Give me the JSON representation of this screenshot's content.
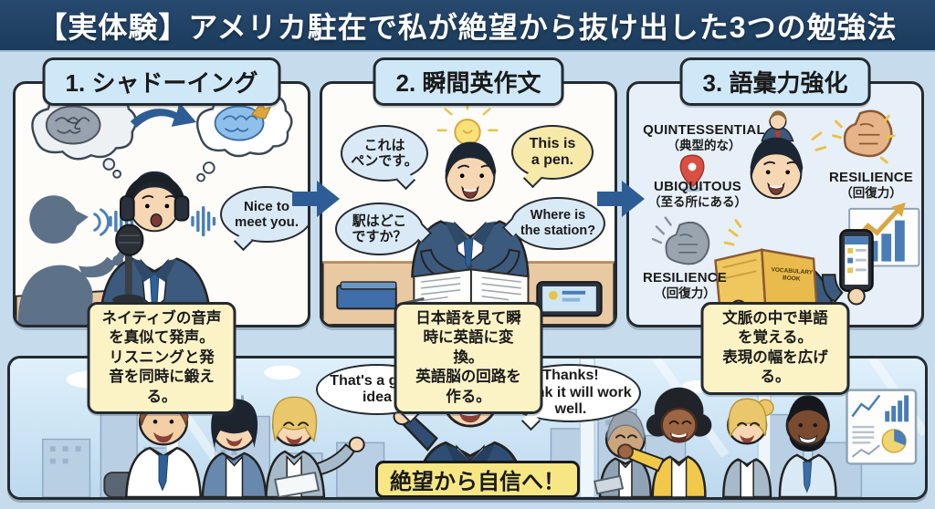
{
  "title_bar": {
    "title": "【実体験】アメリカ駐在で私が絶望から抜け出した3つの勉強法"
  },
  "panels": [
    {
      "header": "1. シャドーイング",
      "speech_bubble": "Nice to\nmeet you.",
      "caption": "ネイティブの音声を真似て発声。\nリスニングと発音を同時に鍛える。"
    },
    {
      "header": "2. 瞬間英作文",
      "bubble_jp_1": "これは\nペンです。",
      "bubble_en_1": "This is\na pen.",
      "bubble_jp_2": "駅はどこ\nですか？",
      "bubble_en_2": "Where is\nthe station?",
      "caption": "日本語を見て瞬時に英語に変換。\n英語脳の回路を作る。"
    },
    {
      "header": "3. 語彙力強化",
      "vocab": [
        {
          "word": "QUINTESSENTIAL",
          "meaning": "（典型的な）"
        },
        {
          "word": "UBIQUITOUS",
          "meaning": "（至る所にある）"
        },
        {
          "word": "RESILIENCE",
          "meaning": "（回復力）"
        },
        {
          "word": "RESILIENCE",
          "meaning": "（回復力）"
        }
      ],
      "book_label": "VOCABULARY BOOK",
      "caption": "文脈の中で単語を覚える。\n表現の幅を広げる。"
    }
  ],
  "bottom_panel": {
    "bubble_left": "That's a great\nidea",
    "bubble_right": "Thanks!\nI think it will work\nwell.",
    "banner": "絶望から自信へ！"
  },
  "colors": {
    "title_bar_bg": "#20416b",
    "page_background": "#c6dcec",
    "panel_bg": "#fdfcf8",
    "panel3_bg": "#e7f0f8",
    "header_pill_bg": "#cfe8f8",
    "caption_bg": "#fbf3c6",
    "bubble_blue": "#d9eaf6",
    "bubble_yellow": "#f7e9a9",
    "banner_yellow": "#f7e784",
    "flow_arrow_blue": "#2d5d94",
    "suit_navy": "#2f4d73",
    "desk_tan": "#e9c9a1"
  }
}
